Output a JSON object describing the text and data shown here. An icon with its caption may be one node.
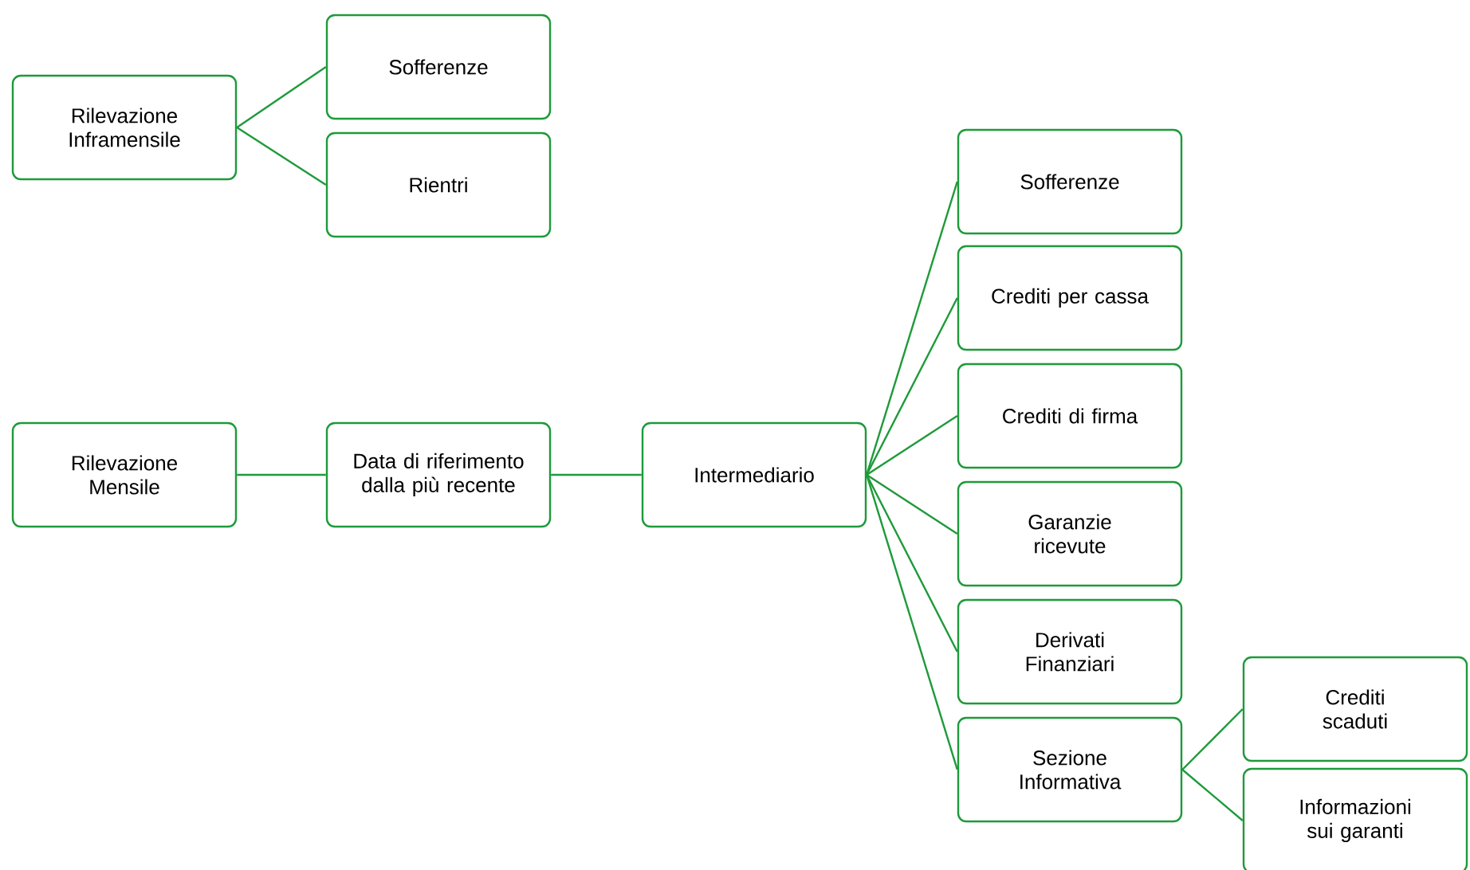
{
  "diagram": {
    "nodes": [
      {
        "text": [
          "Rilevazione Inframensile"
        ]
      },
      {
        "text": [
          "Sofferenze"
        ]
      },
      {
        "text": [
          "Rientri"
        ]
      },
      {
        "text": [
          "Rilevazione Mensile"
        ]
      },
      {
        "text": [
          "Data di riferimento dalla più recente"
        ]
      },
      {
        "text": [
          "Intermediario"
        ]
      },
      {
        "text": [
          "Sofferenze"
        ]
      },
      {
        "text": [
          "Crediti per cassa"
        ]
      },
      {
        "text": [
          "Crediti di firma"
        ]
      },
      {
        "text": [
          "Garanzie ricevute"
        ]
      },
      {
        "text": [
          "Derivati Finanziari"
        ]
      },
      {
        "text": [
          "Sezione Informativa"
        ]
      },
      {
        "text": [
          "Crediti scaduti"
        ]
      },
      {
        "text": [
          "Informazioni sui garanti"
        ]
      }
    ],
    "edges": [
      {
        "from": 0,
        "to": 1,
        "arrow": "none"
      },
      {
        "from": 0,
        "to": 2,
        "arrow": "none"
      },
      {
        "from": 3,
        "to": 4,
        "arrow": "none"
      },
      {
        "from": 4,
        "to": 5,
        "arrow": "none"
      },
      {
        "from": 5,
        "to": 6,
        "arrow": "none"
      },
      {
        "from": 5,
        "to": 7,
        "arrow": "none"
      },
      {
        "from": 5,
        "to": 8,
        "arrow": "none"
      },
      {
        "from": 5,
        "to": 9,
        "arrow": "none"
      },
      {
        "from": 5,
        "to": 10,
        "arrow": "none"
      },
      {
        "from": 5,
        "to": 11,
        "arrow": "none"
      },
      {
        "from": 11,
        "to": 12,
        "arrow": "none"
      },
      {
        "from": 11,
        "to": 13,
        "arrow": "none"
      }
    ]
  }
}
